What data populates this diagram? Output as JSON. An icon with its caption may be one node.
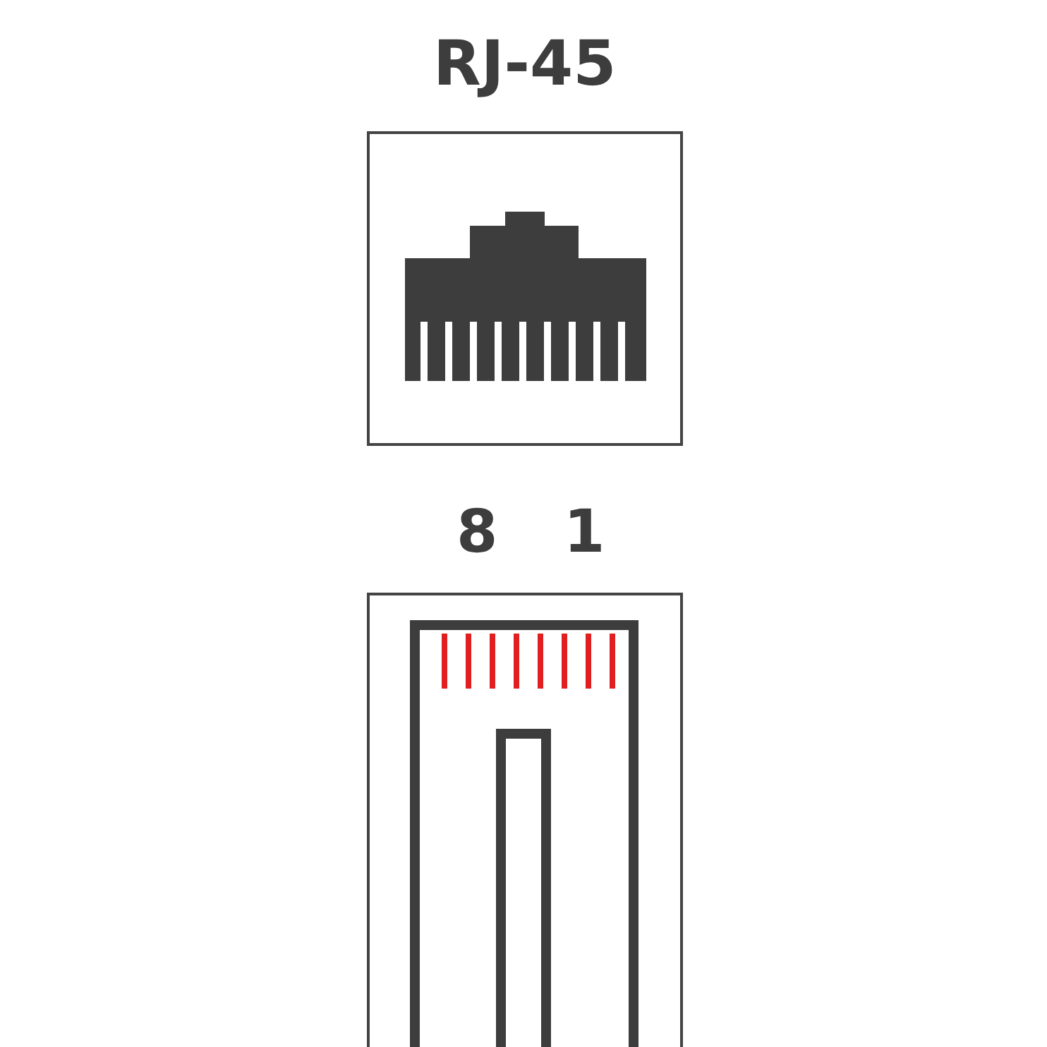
{
  "diagram": {
    "title": "RJ-45",
    "labels": [
      "8",
      "1"
    ]
  }
}
